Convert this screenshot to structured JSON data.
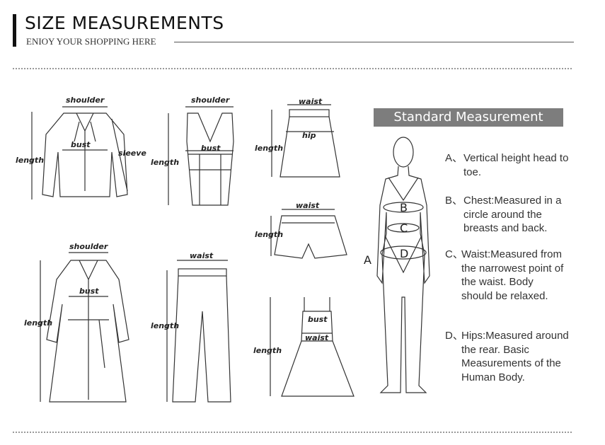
{
  "header": {
    "title": "SIZE MEASUREMENTS",
    "subtitle": "ENIOY YOUR SHOPPING HERE"
  },
  "garments": {
    "shirt": {
      "shoulder": "shoulder",
      "bust": "bust",
      "sleeve": "sleeve",
      "length": "length"
    },
    "tank": {
      "shoulder": "shoulder",
      "bust": "bust",
      "length": "length"
    },
    "skirt": {
      "waist": "waist",
      "hip": "hip",
      "length": "length"
    },
    "shorts": {
      "waist": "waist",
      "length": "length"
    },
    "coat": {
      "shoulder": "shoulder",
      "bust": "bust",
      "length": "length"
    },
    "pants": {
      "waist": "waist",
      "length": "length"
    },
    "dress": {
      "bust": "bust",
      "waist": "waist",
      "length": "length"
    }
  },
  "standard": {
    "title": "Standard Measurement",
    "figure_labels": {
      "a": "A",
      "b": "B",
      "c": "C",
      "d": "D"
    },
    "items": [
      {
        "key": "A、",
        "text": "Vertical height head to toe."
      },
      {
        "key": "B、",
        "text": "Chest:Measured in a circle around the breasts and back."
      },
      {
        "key": "C、",
        "text": "Waist:Measured from the narrowest point of the waist. Body should be relaxed."
      },
      {
        "key": "D、",
        "text": "Hips:Measured around the rear. Basic Measurements of the Human Body."
      }
    ]
  }
}
